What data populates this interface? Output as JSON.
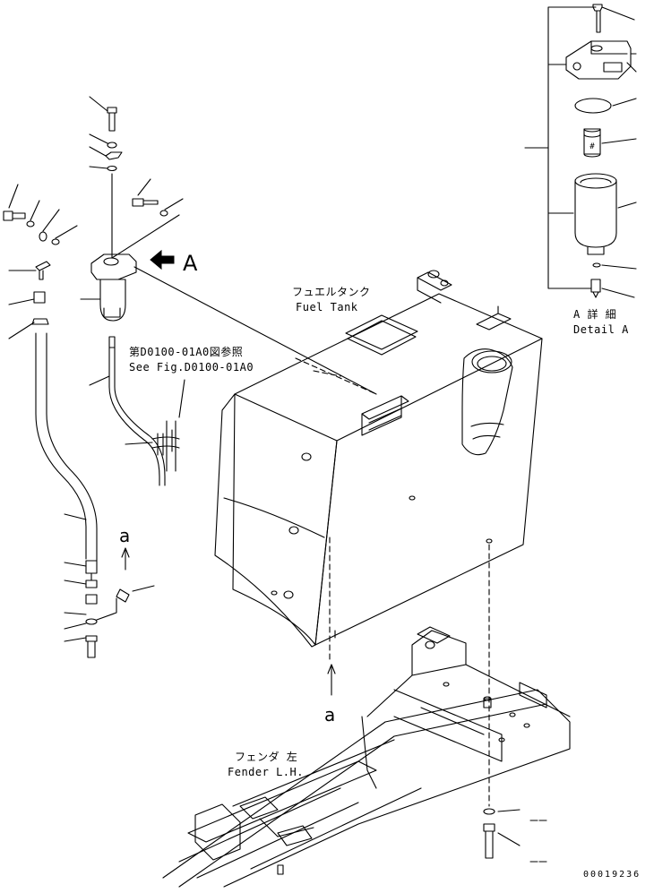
{
  "callouts": {
    "view_letter": "A",
    "detail_jp": "A 詳 細",
    "detail_en": "Detail A",
    "fuel_tank_jp": "フュエルタンク",
    "fuel_tank_en": "Fuel Tank",
    "see_fig_jp": "第D0100-01A0図参照",
    "see_fig_en": "See Fig.D0100-01A0",
    "arrow_a_upper": "a",
    "arrow_a_lower": "a",
    "fender_jp": "フェンダ 左",
    "fender_en": "Fender L.H.",
    "drawing_number": "00019236"
  },
  "icons": {
    "view_arrow": "solid-left-arrow-icon",
    "up_arrow": "up-arrow-icon"
  }
}
